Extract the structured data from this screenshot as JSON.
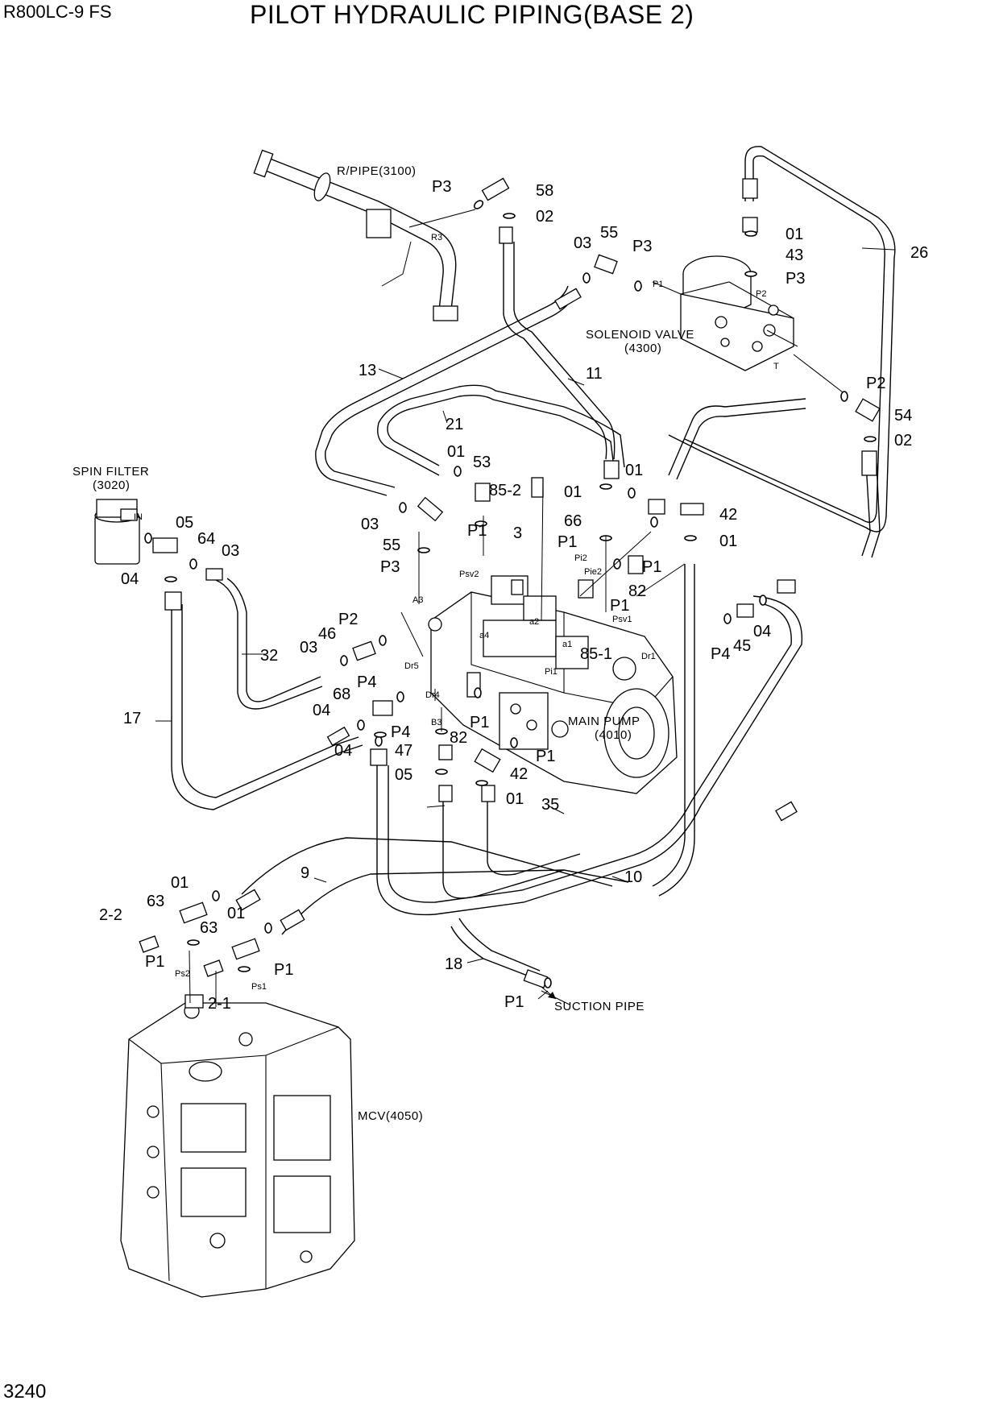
{
  "header": {
    "model": "R800LC-9 FS",
    "title": "PILOT HYDRAULIC PIPING(BASE 2)"
  },
  "footer": {
    "page_number": "3240"
  },
  "components": {
    "r_pipe": "R/PIPE(3100)",
    "solenoid_valve_line1": "SOLENOID VALVE",
    "solenoid_valve_line2": "(4300)",
    "spin_filter_line1": "SPIN FILTER",
    "spin_filter_line2": "(3020)",
    "main_pump_line1": "MAIN PUMP",
    "main_pump_line2": "(4010)",
    "mcv": "MCV(4050)",
    "suction_pipe": "SUCTION PIPE"
  },
  "ports": {
    "r3": "R3",
    "p1": "P1",
    "p2": "P2",
    "t": "T",
    "in": "IN",
    "a3": "A3",
    "b3": "B3",
    "psv2": "Psv2",
    "psv1": "Psv1",
    "pi2": "Pi2",
    "pie2": "Pie2",
    "a4": "a4",
    "a2": "a2",
    "a1": "a1",
    "pi1": "Pi1",
    "dr1": "Dr1",
    "dr4": "Dr4",
    "dr5": "Dr5",
    "ps1": "Ps1",
    "ps2": "Ps2"
  },
  "callouts": {
    "c58": "58",
    "p3a": "P3",
    "c02a": "02",
    "c01a": "01",
    "c43": "43",
    "p3b": "P3",
    "c26": "26",
    "c03a": "03",
    "c55a": "55",
    "p3c": "P3",
    "c13": "13",
    "c11": "11",
    "p2a": "P2",
    "c54": "54",
    "c02b": "02",
    "c21": "21",
    "c01b": "01",
    "c53": "53",
    "c85_2": "85-2",
    "c01c": "01",
    "c01d": "01",
    "c66": "66",
    "c42a": "42",
    "c01e": "01",
    "p1a": "P1",
    "c03b": "03",
    "c55b": "55",
    "p3d": "P3",
    "c3": "3",
    "p1b": "P1",
    "p1c": "P1",
    "c82a": "82",
    "p1d": "P1",
    "c05a": "05",
    "c64": "64",
    "c03c": "03",
    "c04a": "04",
    "c32": "32",
    "p2b": "P2",
    "c46": "46",
    "c03d": "03",
    "c85_1": "85-1",
    "c45": "45",
    "c04b": "04",
    "p4a": "P4",
    "c17": "17",
    "p4b": "P4",
    "c68": "68",
    "c04c": "04",
    "c04d": "04",
    "p4c": "P4",
    "c82b": "82",
    "p1e": "P1",
    "c47": "47",
    "p1f": "P1",
    "c42b": "42",
    "c05b": "05",
    "c01f": "01",
    "c35": "35",
    "c10": "10",
    "c9": "9",
    "c01g": "01",
    "c63a": "63",
    "c2_2": "2-2",
    "c01h": "01",
    "c63b": "63",
    "p1g": "P1",
    "p1h": "P1",
    "c2_1": "2-1",
    "c18": "18",
    "p1i": "P1"
  }
}
